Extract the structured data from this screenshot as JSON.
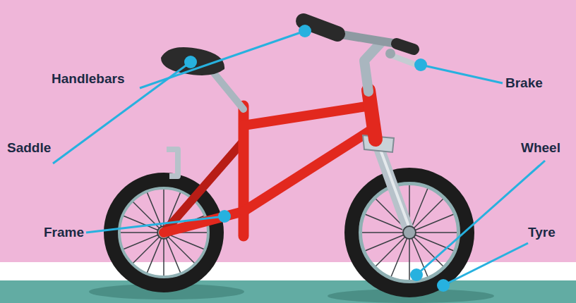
{
  "diagram": {
    "labels": [
      "Handlebars",
      "Brake",
      "Saddle",
      "Wheel",
      "Frame",
      "Tyre"
    ]
  }
}
